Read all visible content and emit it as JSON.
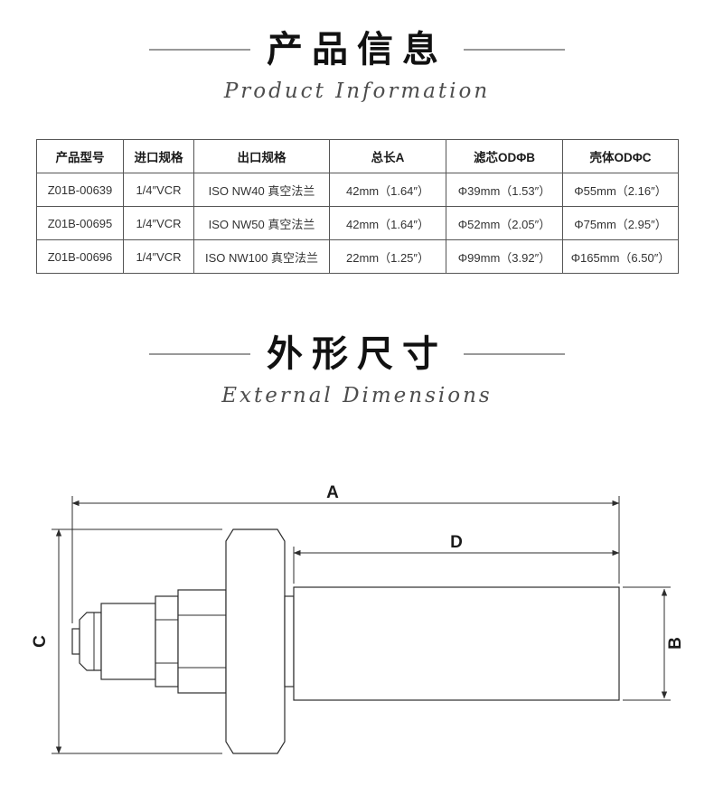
{
  "sections": {
    "product_info": {
      "title": "产品信息",
      "subtitle": "Product Information"
    },
    "external_dimensions": {
      "title": "外形尺寸",
      "subtitle": "External Dimensions"
    }
  },
  "table": {
    "headers": [
      "产品型号",
      "进口规格",
      "出口规格",
      "总长A",
      "滤芯ODΦB",
      "壳体ODΦC"
    ],
    "rows": [
      [
        "Z01B-00639",
        "1/4″VCR",
        "ISO NW40 真空法兰",
        "42mm（1.64″）",
        "Φ39mm（1.53″）",
        "Φ55mm（2.16″）"
      ],
      [
        "Z01B-00695",
        "1/4″VCR",
        "ISO NW50 真空法兰",
        "42mm（1.64″）",
        "Φ52mm（2.05″）",
        "Φ75mm（2.95″）"
      ],
      [
        "Z01B-00696",
        "1/4″VCR",
        "ISO NW100 真空法兰",
        "22mm（1.25″）",
        "Φ99mm（3.92″）",
        "Φ165mm（6.50″）"
      ]
    ]
  },
  "diagram": {
    "labels": {
      "total_length": "A",
      "filter_od": "B",
      "housing_od": "C",
      "filter_length": "D"
    }
  },
  "colors": {
    "text": "#333333",
    "table_border": "#555555",
    "title_rule": "#999999",
    "drawing_line": "#2d2d2d"
  }
}
